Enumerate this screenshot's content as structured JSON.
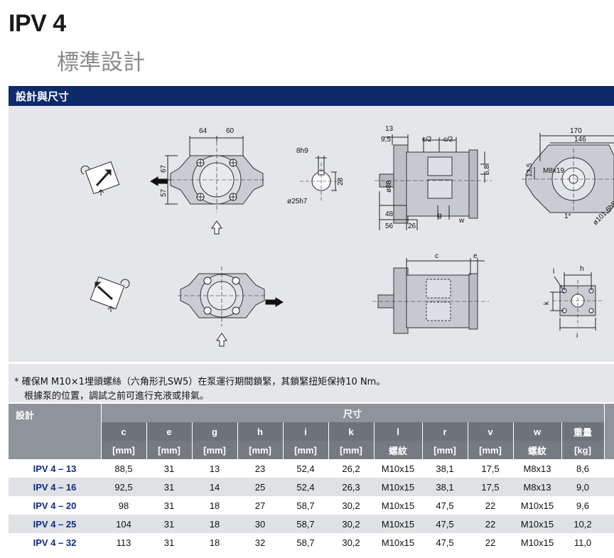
{
  "header": {
    "title": "IPV 4",
    "subtitle": "標準設計"
  },
  "banner": {
    "label": "設計與尺寸"
  },
  "drawing": {
    "labels": {
      "d64": "64",
      "d60": "60",
      "d67": "67",
      "d57": "57",
      "d8h9": "8h9",
      "d28": "28",
      "d25h7": "ø25h7",
      "d13": "13",
      "d9_5": "9,5",
      "c2a": "c/2",
      "c2b": "c/2",
      "d6_8": "6,8",
      "d48": "48",
      "d56": "56",
      "d26": "26",
      "g": "g",
      "w": "w",
      "d88": "ø88",
      "d170": "170",
      "d146": "146",
      "d13_5": "13,5",
      "m8x19": "M8x19",
      "d1star": "1*",
      "d101_6": "ø101,6h8",
      "c": "c",
      "e": "e",
      "l": "l",
      "h": "h",
      "k": "k",
      "i": "i"
    }
  },
  "notes": {
    "line1": "* 確保M M10×1埋頭螺絲（六角形孔SW5）在泵運行期間鎖緊，其鎖緊扭矩保持10 Nm。",
    "line2": "根據泵的位置，調試之前可進行充液或排氣。"
  },
  "table": {
    "design_header": "設計",
    "dims_header": "尺寸",
    "columns": [
      "c",
      "e",
      "g",
      "h",
      "i",
      "k",
      "l",
      "r",
      "v",
      "w",
      "重量"
    ],
    "units": [
      "[mm]",
      "[mm]",
      "[mm]",
      "[mm]",
      "[mm]",
      "[mm]",
      "螺紋",
      "[mm]",
      "[mm]",
      "螺紋",
      "[kg]"
    ],
    "rows": [
      {
        "model": "IPV 4 – 13",
        "values": [
          "88,5",
          "31",
          "13",
          "23",
          "52,4",
          "26,2",
          "M10x15",
          "38,1",
          "17,5",
          "M8x13",
          "8,6"
        ]
      },
      {
        "model": "IPV 4 – 16",
        "values": [
          "92,5",
          "31",
          "14",
          "25",
          "52,4",
          "26,3",
          "M10x15",
          "38,1",
          "17,5",
          "M8x13",
          "9,0"
        ]
      },
      {
        "model": "IPV 4 – 20",
        "values": [
          "98",
          "31",
          "18",
          "27",
          "58,7",
          "30,2",
          "M10x15",
          "47,5",
          "22",
          "M10x15",
          "9,6"
        ]
      },
      {
        "model": "IPV 4 – 25",
        "values": [
          "104",
          "31",
          "18",
          "30",
          "58,7",
          "30,2",
          "M10x15",
          "47,5",
          "22",
          "M10x15",
          "10,2"
        ]
      },
      {
        "model": "IPV 4 – 32",
        "values": [
          "113",
          "31",
          "18",
          "32",
          "58,7",
          "30,2",
          "M10x15",
          "47,5",
          "22",
          "M10x15",
          "11,0"
        ]
      }
    ]
  },
  "colors": {
    "banner": "#0d2a6b",
    "panel": "#e4e6ea",
    "header_gray": "#8f949c",
    "model_blue": "#0d2a8a"
  }
}
